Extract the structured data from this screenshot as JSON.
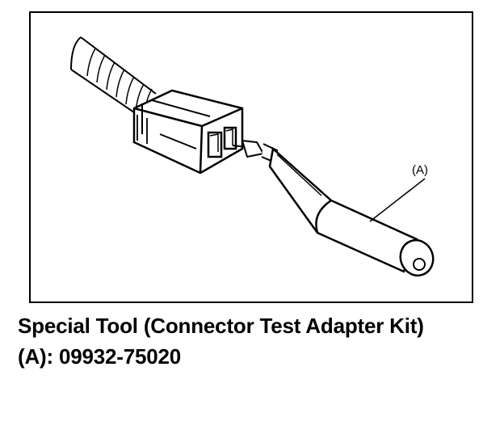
{
  "figure": {
    "callout_label": "(A)"
  },
  "caption": {
    "title": "Special Tool (Connector Test Adapter Kit)",
    "part_number": "(A): 09932-75020"
  }
}
